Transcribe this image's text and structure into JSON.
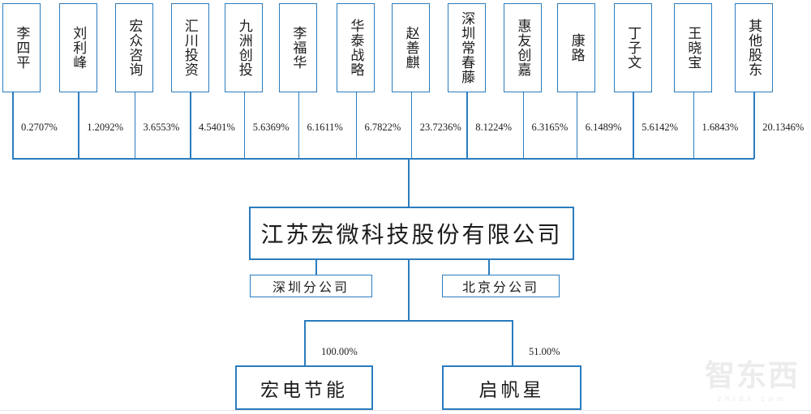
{
  "diagram": {
    "shareholders": [
      {
        "name": "李四平",
        "pct": "0.2707%"
      },
      {
        "name": "刘利峰",
        "pct": "1.2092%"
      },
      {
        "name": "宏众咨询",
        "pct": "3.6553%"
      },
      {
        "name": "汇川投资",
        "pct": "4.5401%"
      },
      {
        "name": "九洲创投",
        "pct": "5.6369%"
      },
      {
        "name": "李福华",
        "pct": "6.1611%"
      },
      {
        "name": "华泰战略",
        "pct": "6.7822%"
      },
      {
        "name": "赵善麒",
        "pct": "23.7236%"
      },
      {
        "name": "深圳常春藤",
        "pct": "8.1224%"
      },
      {
        "name": "惠友创嘉",
        "pct": "6.3165%"
      },
      {
        "name": "康路",
        "pct": "6.1489%"
      },
      {
        "name": "丁子文",
        "pct": "5.6142%"
      },
      {
        "name": "王晓宝",
        "pct": "1.6843%"
      },
      {
        "name": "其他股东",
        "pct": "20.1346%"
      }
    ],
    "company": "江苏宏微科技股份有限公司",
    "branches": [
      "深圳分公司",
      "北京分公司"
    ],
    "subsidiaries": [
      {
        "name": "宏电节能",
        "pct": "100.00%"
      },
      {
        "name": "启帆星",
        "pct": "51.00%"
      }
    ],
    "colors": {
      "line": "#2a7cbf",
      "text": "#1c1c1c"
    },
    "watermark": {
      "logo": "智东西",
      "site": "zhidx.com"
    }
  }
}
